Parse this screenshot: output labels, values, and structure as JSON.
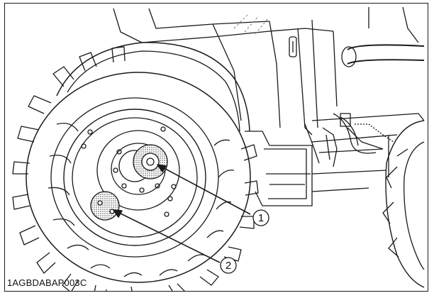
{
  "figure": {
    "code": "1AGBDABAP003C",
    "callouts": [
      {
        "id": 1,
        "label": "1"
      },
      {
        "id": 2,
        "label": "2"
      }
    ]
  },
  "colors": {
    "line": "#1a1a1a",
    "hatch": "#888888",
    "background": "#ffffff"
  }
}
